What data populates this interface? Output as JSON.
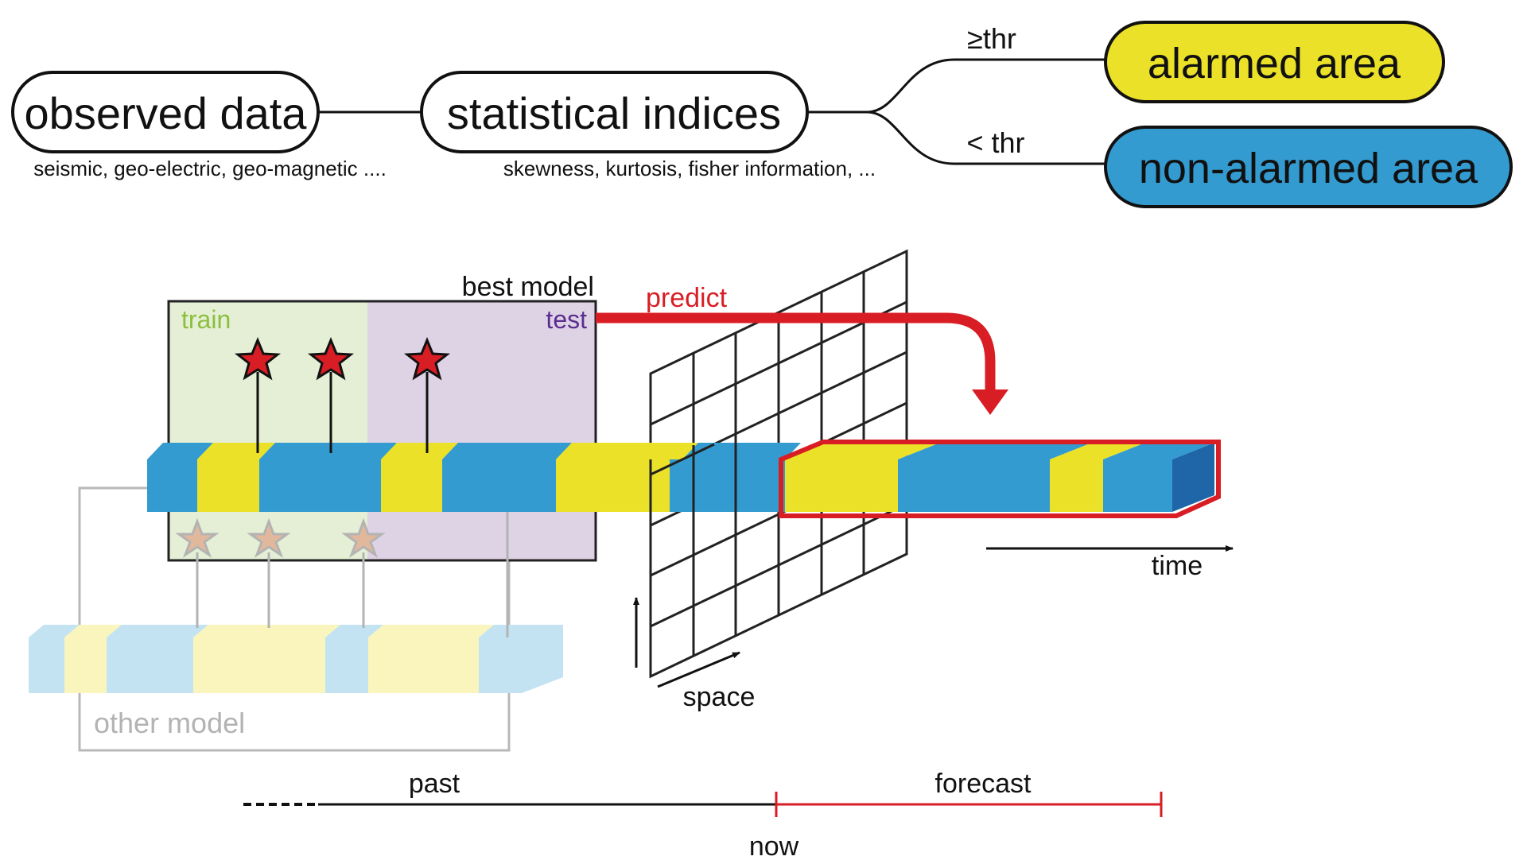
{
  "flow": {
    "observed": {
      "label": "observed data",
      "sub": "seismic, geo-electric, geo-magnetic ...."
    },
    "indices": {
      "label": "statistical indices",
      "sub": "skewness, kurtosis, fisher information, ..."
    },
    "branch_high": "≥thr",
    "branch_low": "< thr",
    "alarmed": "alarmed area",
    "non_alarmed": "non-alarmed area"
  },
  "model": {
    "best_model": "best model",
    "train": "train",
    "test": "test",
    "predict": "predict",
    "other_model": "other model",
    "time": "time",
    "space": "space"
  },
  "timeline": {
    "past": "past",
    "forecast": "forecast",
    "now": "now"
  },
  "colors": {
    "yellow": "#ebe128",
    "blue": "#339bd0",
    "dark_blue": "#1f66a8",
    "red": "#d81e24",
    "train_bg": "#e4efd5",
    "test_bg": "#ded2e5",
    "train_text": "#8cbf3f",
    "test_text": "#5b2d8e"
  }
}
